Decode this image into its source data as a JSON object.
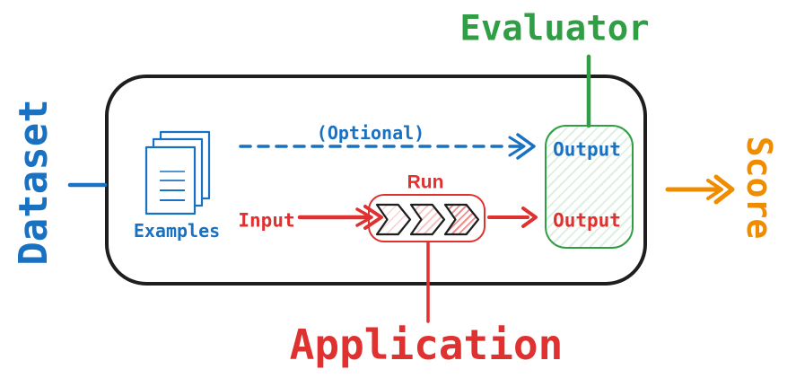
{
  "diagram": {
    "labels": {
      "dataset": "Dataset",
      "evaluator": "Evaluator",
      "score": "Score",
      "application": "Application",
      "examples": "Examples",
      "input": "Input",
      "run": "Run",
      "optional": "(Optional)",
      "output_top": "Output",
      "output_bottom": "Output"
    },
    "colors": {
      "blue": "#1971c2",
      "green": "#2f9e44",
      "red": "#e03131",
      "orange": "#f08c00",
      "ink": "#1e1e1e"
    },
    "icons": {
      "documents": "stacked-pages-icon",
      "pipeline": "triple-chevron-icon"
    }
  }
}
